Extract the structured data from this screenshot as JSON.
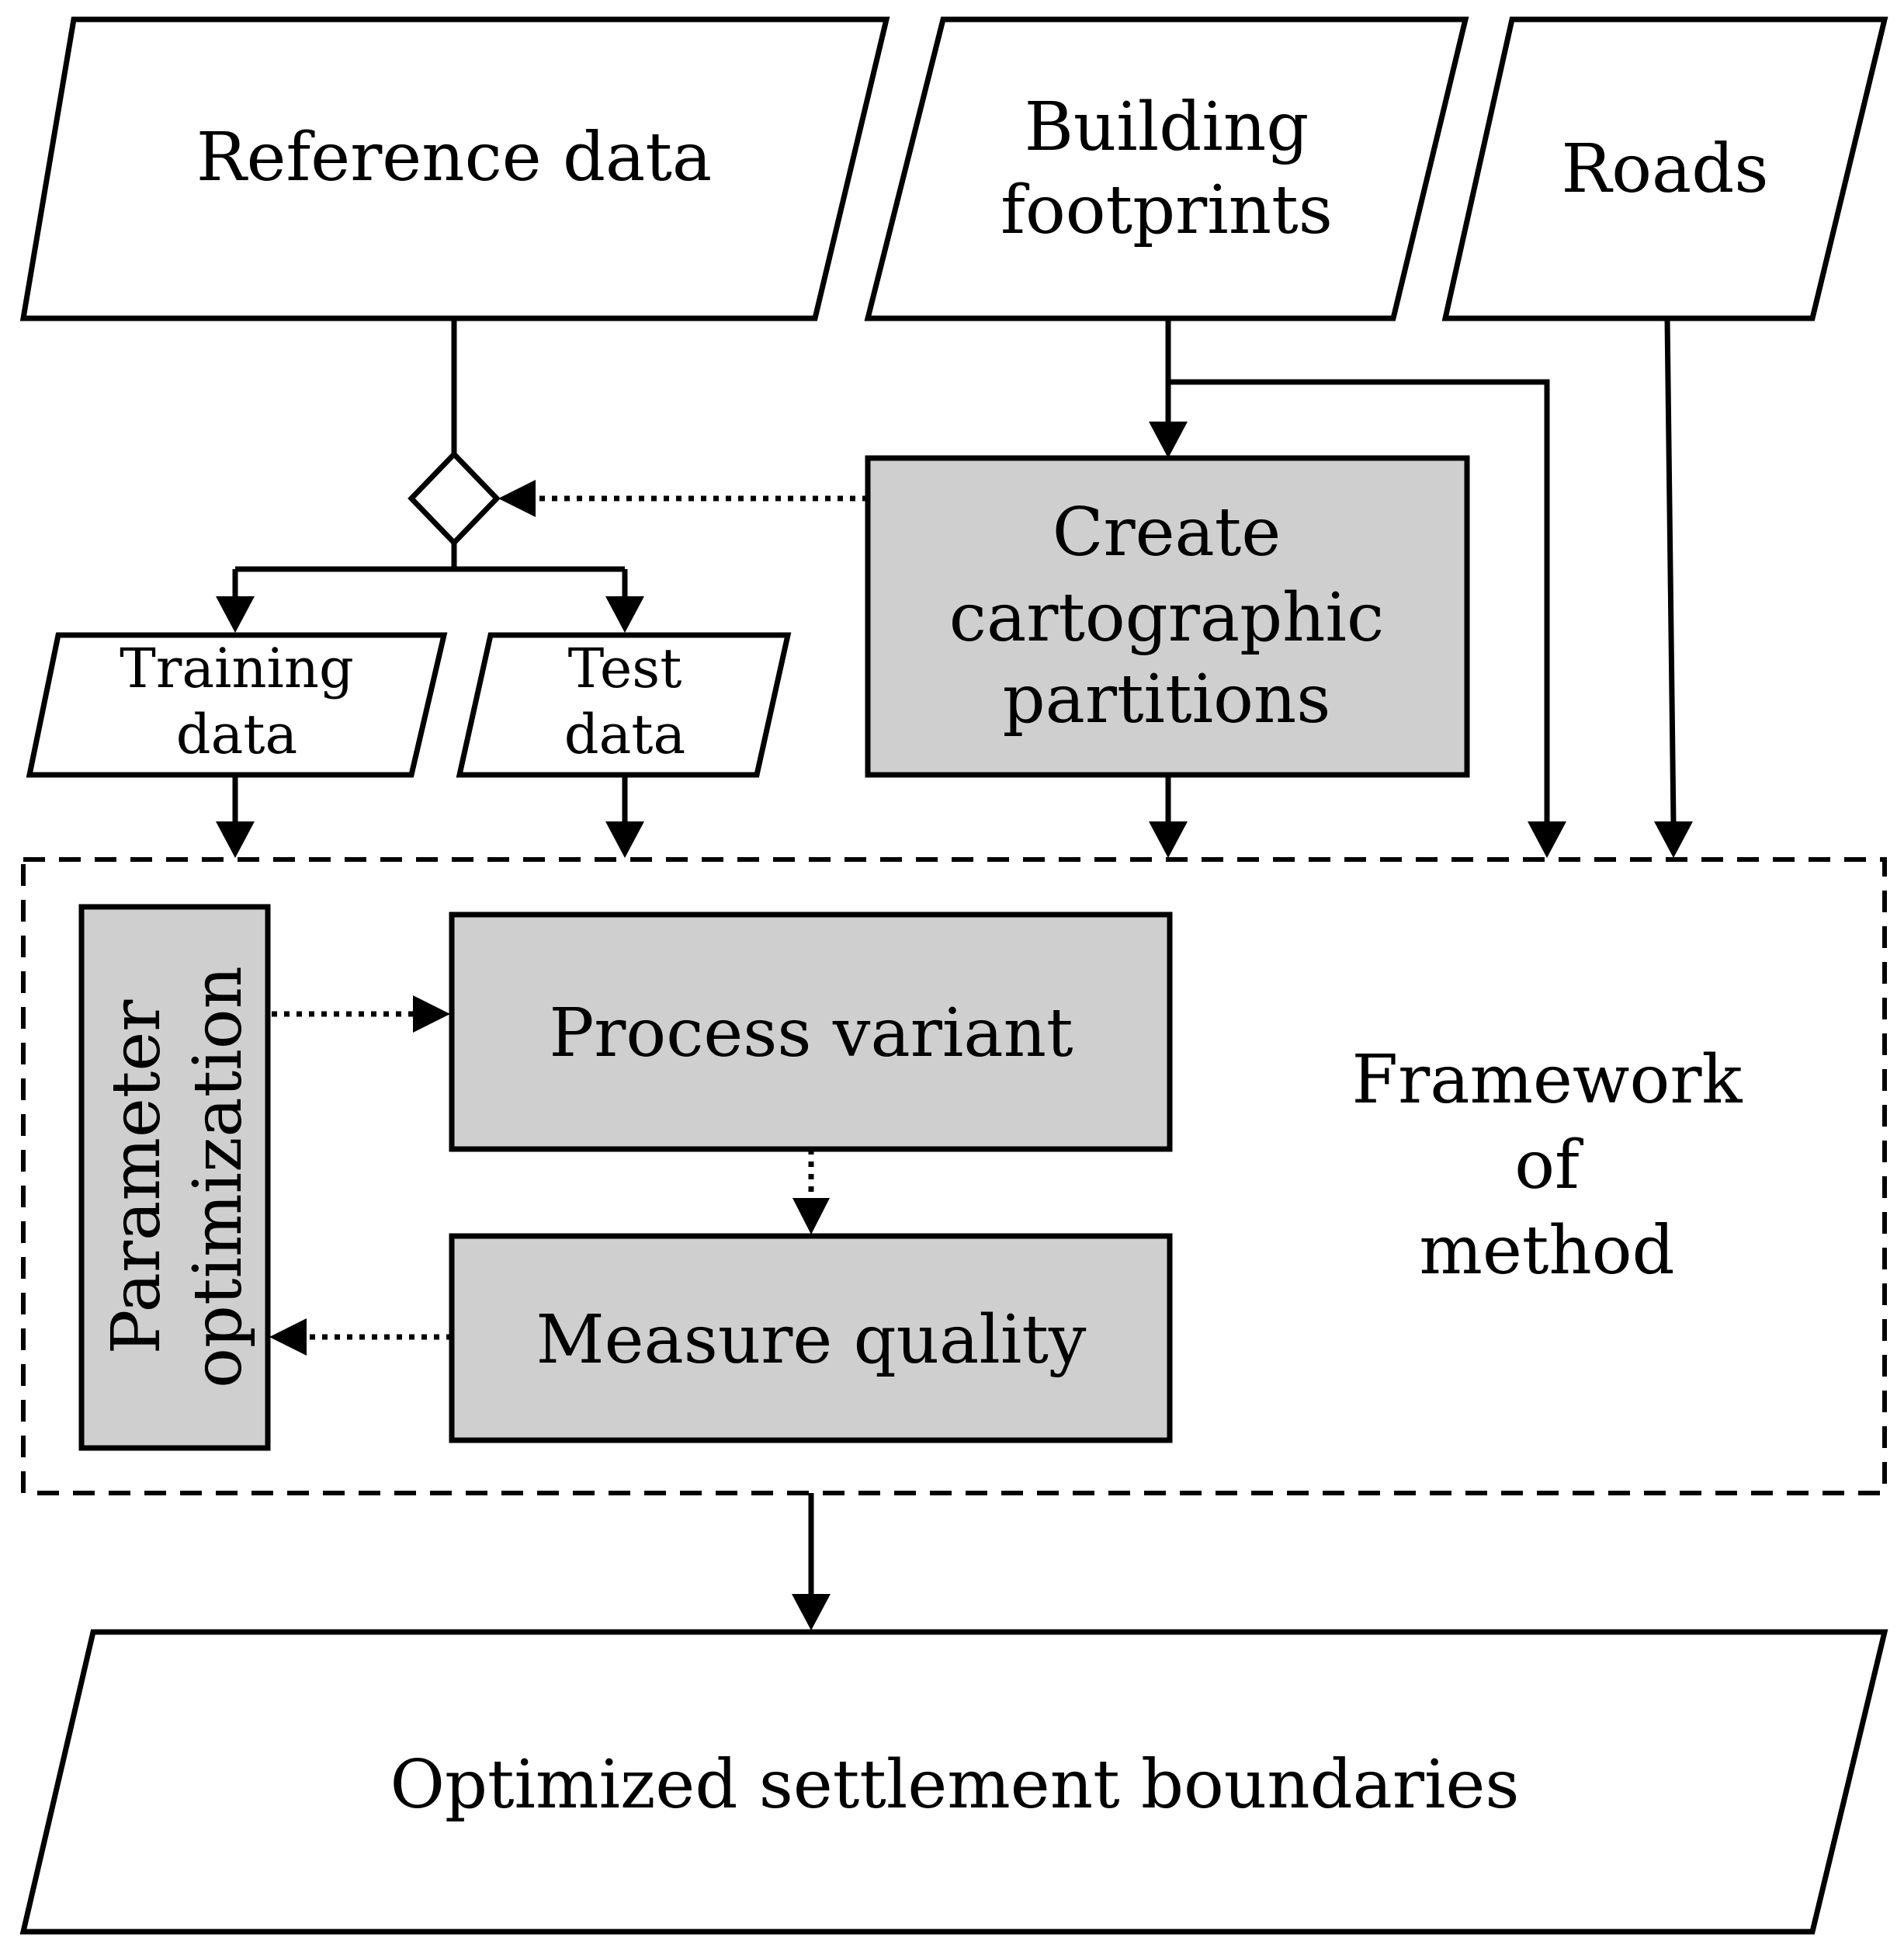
{
  "inputs": {
    "reference": "Reference data",
    "building_line1": "Building",
    "building_line2": "footprints",
    "roads": "Roads"
  },
  "split": {
    "training_line1": "Training",
    "training_line2": "data",
    "test_line1": "Test",
    "test_line2": "data"
  },
  "partitions": {
    "line1": "Create",
    "line2": "cartographic",
    "line3": "partitions"
  },
  "framework": {
    "param_line1": "Parameter",
    "param_line2": "optimization",
    "process": "Process variant",
    "measure": "Measure quality",
    "label_line1": "Framework",
    "label_line2": "of",
    "label_line3": "method"
  },
  "output": {
    "label": "Optimized settlement boundaries"
  },
  "colors": {
    "process_fill": "#cfcfcf",
    "io_fill": "#ffffff",
    "stroke": "#000000"
  }
}
